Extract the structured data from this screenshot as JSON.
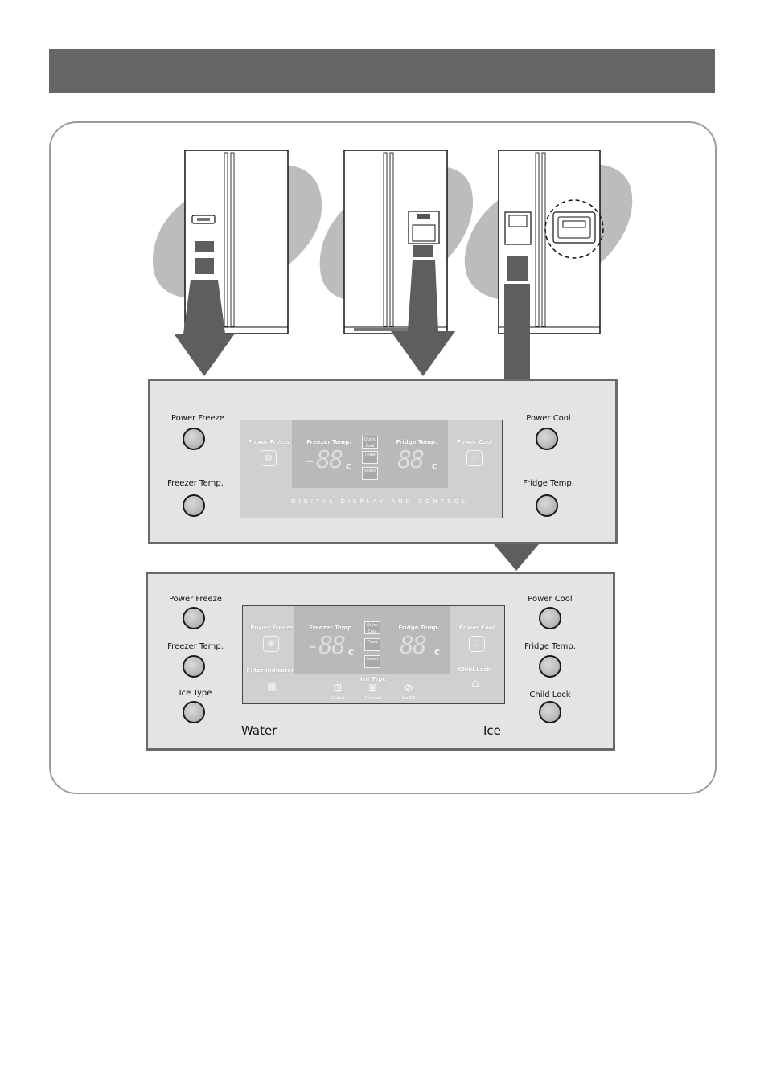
{
  "colors": {
    "header_bar": "#676565",
    "frame_border": "#9b9b9b",
    "panel_bg": "#e4e4e4",
    "panel_border": "#6a6a6a",
    "arrow": "#5e5e5e",
    "blob": "#bcbcbc"
  },
  "panel1": {
    "power_freeze": "Power Freeze",
    "freezer_temp": "Freezer Temp.",
    "power_cool": "Power Cool",
    "fridge_temp": "Fridge Temp.",
    "display": {
      "power_freeze": "Power Freeze",
      "freezer_temp": "Freezer Temp.",
      "fridge_temp": "Fridge Temp.",
      "power_cool": "Power Cool",
      "freezer_digits": "-88",
      "fridge_digits": "88",
      "unit": "c",
      "quick_cool": "Quick Cool",
      "thaw": "Thaw",
      "select": "Select",
      "caption": "DIGITAL DISPLAY AND CONTROL"
    }
  },
  "panel2": {
    "power_freeze": "Power Freeze",
    "freezer_temp": "Freezer Temp.",
    "ice_type": "Ice Type",
    "power_cool": "Power Cool",
    "fridge_temp": "Fridge Temp.",
    "child_lock": "Child Lock",
    "water": "Water",
    "ice": "Ice",
    "display": {
      "power_freeze": "Power Freeze",
      "freezer_temp": "Freezer Temp.",
      "fridge_temp": "Fridge Temp.",
      "power_cool": "Power Cool",
      "filter_indicator": "Filter Indicator",
      "child_lock": "Child Lock",
      "ice_type": "Ice Type",
      "cubed": "Cubed",
      "crushed": "Crushed",
      "ice_off": "Ice Off",
      "freezer_digits": "-88",
      "fridge_digits": "88",
      "unit": "c",
      "quick_cool": "Quick Cool",
      "thaw": "Thaw",
      "select": "Select"
    }
  }
}
